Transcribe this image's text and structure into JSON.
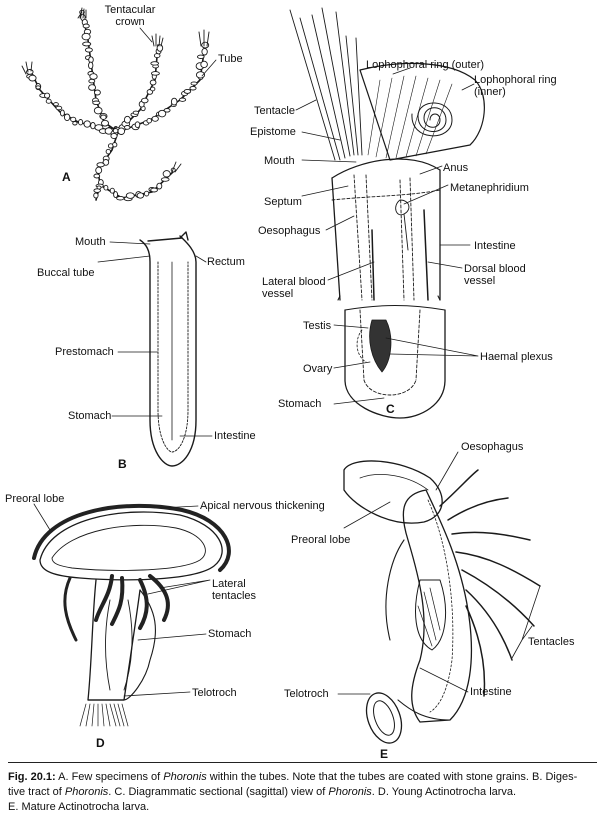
{
  "figure": {
    "panels": [
      "A",
      "B",
      "C",
      "D",
      "E"
    ],
    "labels": {
      "tentacular_crown": "Tentacular crown",
      "tube": "Tube",
      "mouth_b": "Mouth",
      "buccal_tube": "Buccal tube",
      "rectum": "Rectum",
      "prestomach": "Prestomach",
      "stomach_b": "Stomach",
      "intestine_b": "Intestine",
      "lophophoral_outer": "Lophophoral ring (outer)",
      "lophophoral_inner": "Lophophoral ring (inner)",
      "tentacle": "Tentacle",
      "epistome": "Epistome",
      "mouth_c": "Mouth",
      "anus": "Anus",
      "metanephridium": "Metanephridium",
      "septum": "Septum",
      "oesophagus_c": "Oesophagus",
      "intestine_c": "Intestine",
      "lateral_blood_vessel": "Lateral blood vessel",
      "dorsal_blood_vessel": "Dorsal blood vessel",
      "testis": "Testis",
      "ovary": "Ovary",
      "haemal_plexus": "Haemal plexus",
      "stomach_c": "Stomach",
      "preoral_lobe_d": "Preoral lobe",
      "apical_nervous": "Apical nervous thickening",
      "lateral_tentacles": "Lateral tentacles",
      "stomach_d": "Stomach",
      "telotroch_d": "Telotroch",
      "oesophagus_e": "Oesophagus",
      "preoral_lobe_e": "Preoral lobe",
      "tentacles_e": "Tentacles",
      "telotroch_e": "Telotroch",
      "intestine_e": "Intestine"
    }
  },
  "caption": {
    "fig_number": "Fig. 20.1:",
    "a_text": "A. Few specimens of",
    "genus": "Phoronis",
    "a_rest": "within the tubes. Note that the tubes are coated with stone grains. B. Diges-",
    "line2_start": "tive tract of",
    "line2_mid": ". C. Diagrammatic sectional (sagittal) view of",
    "line2_end": ". D. Young Actinotrocha larva.",
    "line3": "E. Mature Actinotrocha larva."
  }
}
